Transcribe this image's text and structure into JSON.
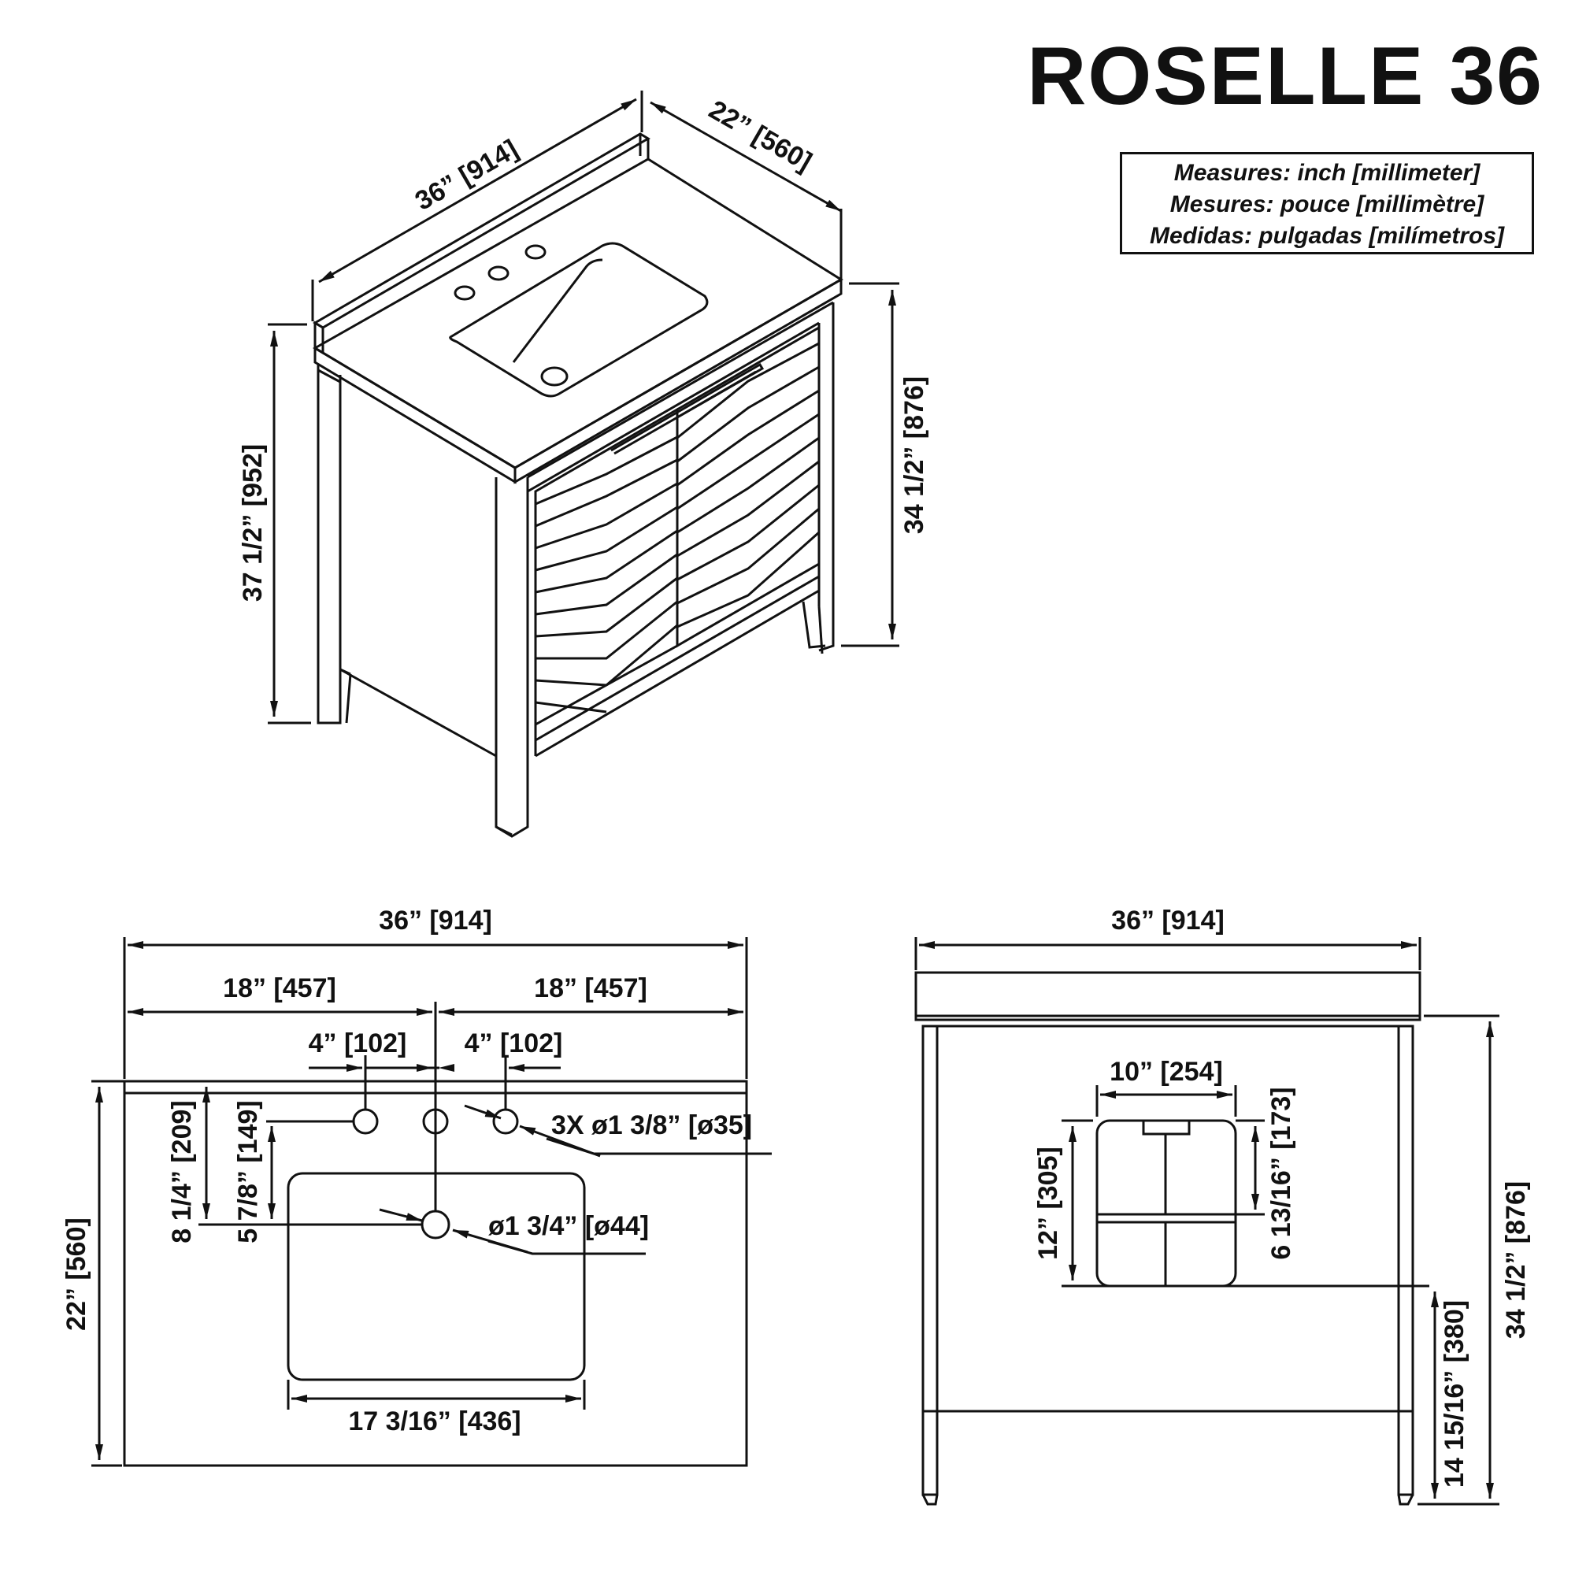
{
  "title": "ROSELLE 36",
  "units_legend": [
    "Measures: inch [millimeter]",
    "Mesures: pouce [millimètre]",
    "Medidas: pulgadas [milímetros]"
  ],
  "iso_view": {
    "width": "36” [914]",
    "depth": "22” [560]",
    "total_height": "37 1/2” [952]",
    "counter_height": "34 1/2” [876]"
  },
  "top_view": {
    "overall_width": "36” [914]",
    "left_half": "18” [457]",
    "right_half": "18” [457]",
    "left_spread": "4” [102]",
    "right_spread": "4” [102]",
    "faucet_holes": "3X ø1 3/8” [ø35]",
    "drain": "ø1 3/4” [ø44]",
    "depth": "22” [560]",
    "drain_from_back": "8 1/4” [209]",
    "basin_from_holes": "5 7/8” [149]",
    "basin_width": "17 3/16” [436]"
  },
  "back_view": {
    "overall_width": "36” [914]",
    "cutout_width": "10” [254]",
    "cutout_height": "12” [305]",
    "upper_opening": "6 13/16” [173]",
    "opening_from_floor": "14 15/16” [380]",
    "counter_height": "34 1/2” [876]"
  }
}
